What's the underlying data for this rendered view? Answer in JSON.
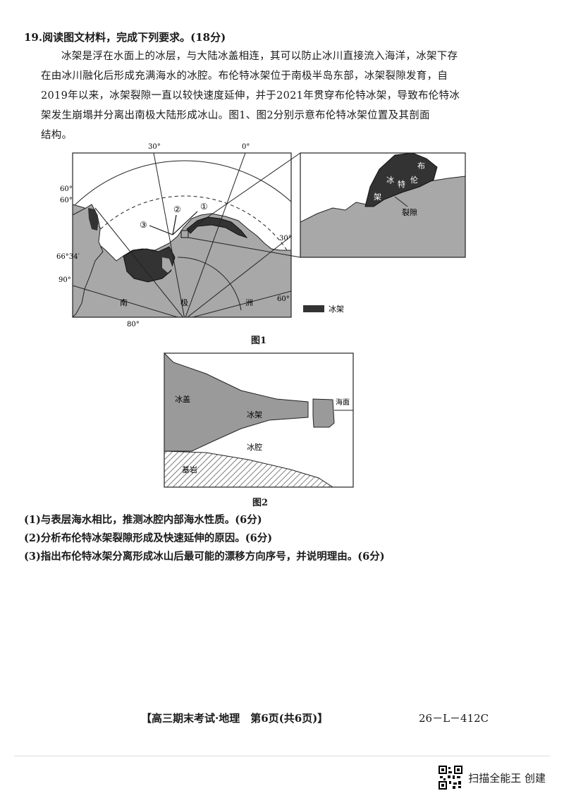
{
  "question": {
    "title": "19.阅读图文材料，完成下列要求。(18分)",
    "paragraph_lines": [
      "冰架是浮在水面上的冰层，与大陆冰盖相连，其可以防止冰川直接流入海洋，冰架下存",
      "在由冰川融化后形成充满海水的冰腔。布伦特冰架位于南极半岛东部，冰架裂隙发育，自",
      "2019年以来，冰架裂隙一直以较快速度延伸，并于2021年贯穿布伦特冰架，导致布伦特冰",
      "架发生崩塌并分离出南极大陆形成冰山。图1、图2分别示意布伦特冰架位置及其剖面",
      "结构。"
    ]
  },
  "figure1": {
    "caption": "图1",
    "lon_labels": {
      "top_30": "30°",
      "top_0": "0°",
      "right_30": "30°",
      "right_60": "60°",
      "bottom_80": "80°",
      "left_90": "90°"
    },
    "lat_labels": {
      "l60a": "60°",
      "l60b": "60°",
      "l6634": "66°34′"
    },
    "direction_labels": [
      "①",
      "②",
      "③"
    ],
    "continent_chars": [
      "南",
      "极",
      "洲"
    ],
    "shelf_chars": [
      "布",
      "伦",
      "特",
      "冰",
      "架"
    ],
    "crack_label": "裂隙",
    "legend_label": "冰架",
    "colors": {
      "land": "#a8a8a8",
      "shelf": "#333333"
    }
  },
  "figure2": {
    "caption": "图2",
    "labels": {
      "ice_cap": "冰盖",
      "ice_shelf": "冰架",
      "sea_surface": "海面",
      "cavity": "冰腔",
      "bedrock": "基岩"
    },
    "colors": {
      "ice": "#9a9a9a",
      "bedrock_hatch": "#555555"
    }
  },
  "subquestions": [
    "(1)与表层海水相比，推测冰腔内部海水性质。(6分)",
    "(2)分析布伦特冰架裂隙形成及快速延伸的原因。(6分)",
    "(3)指出布伦特冰架分离形成冰山后最可能的漂移方向序号，并说明理由。(6分)"
  ],
  "footer": {
    "title": "【高三期末考试·地理　第6页(共6页)】",
    "code": "26－L－412C"
  },
  "watermark": {
    "text": "扫描全能王 创建"
  }
}
